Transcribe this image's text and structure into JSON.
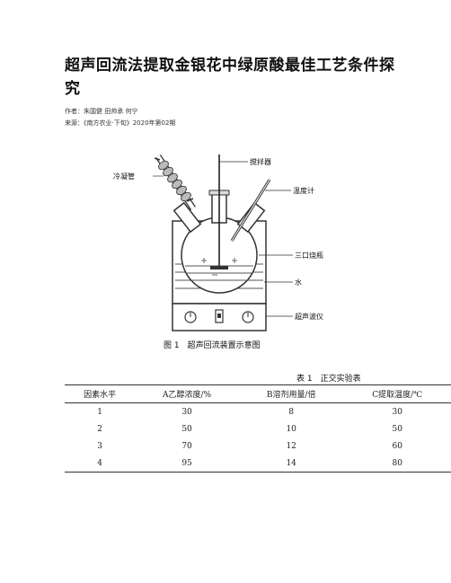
{
  "article": {
    "title": "超声回流法提取金银花中绿原酸最佳工艺条件探究",
    "authors_label": "作者：",
    "authors": "朱国健 田帅承 何宁",
    "source_label": "来源：",
    "source": "《南方农业·下旬》2020年第02期"
  },
  "figure": {
    "caption": "图 1　超声回流装置示意图",
    "labels": {
      "stirrer": "搅拌器",
      "condenser": "冷凝管",
      "thermometer": "温度计",
      "flask": "三口烧瓶",
      "water": "水",
      "ultrasonic": "超声波仪"
    }
  },
  "table": {
    "caption": "表 1　正交实验表",
    "headers": [
      "因素水平",
      "A乙醇浓度/%",
      "B溶剂用量/倍",
      "C提取温度/℃"
    ],
    "rows": [
      [
        "1",
        "30",
        "8",
        "30"
      ],
      [
        "2",
        "50",
        "10",
        "50"
      ],
      [
        "3",
        "70",
        "12",
        "60"
      ],
      [
        "4",
        "95",
        "14",
        "80"
      ]
    ]
  }
}
